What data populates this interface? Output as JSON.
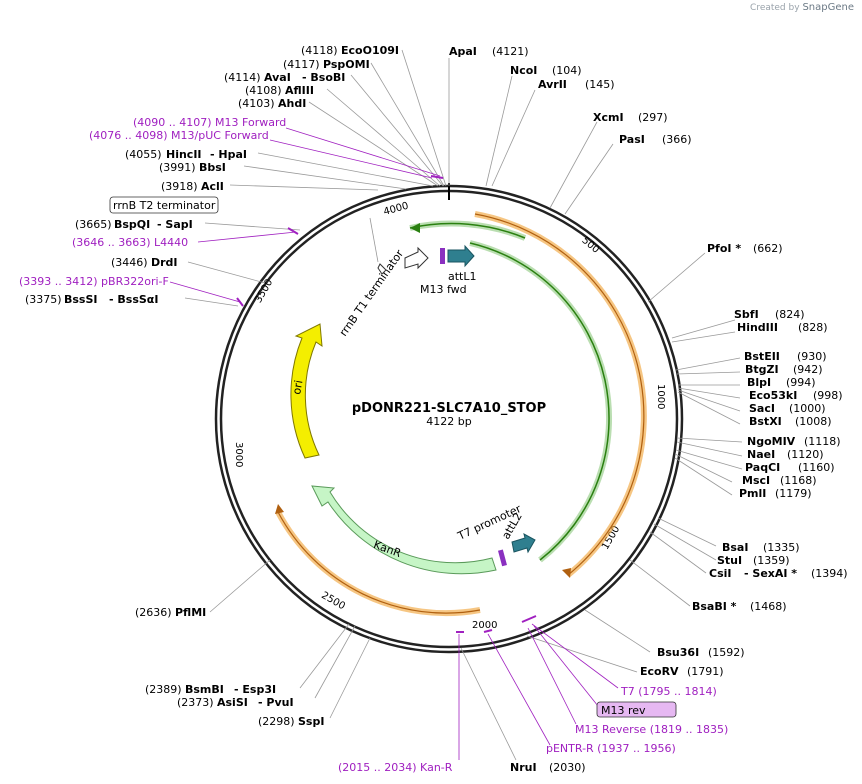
{
  "credit": {
    "prefix": "Created by",
    "brand": "SnapGene"
  },
  "plasmid": {
    "name": "pDONR221-SLC7A10_STOP",
    "length_label": "4122 bp",
    "length_bp": 4122
  },
  "ticks": [
    "500",
    "1000",
    "1500",
    "2000",
    "2500",
    "3000",
    "3500",
    "4000"
  ],
  "enzymes_right": [
    {
      "name": "ApaI",
      "pos": "(4121)"
    },
    {
      "name": "NcoI",
      "pos": "(104)"
    },
    {
      "name": "AvrII",
      "pos": "(145)"
    },
    {
      "name": "XcmI",
      "pos": "(297)"
    },
    {
      "name": "PasI",
      "pos": "(366)"
    },
    {
      "name": "PfoI *",
      "pos": "(662)"
    },
    {
      "name": "SbfI",
      "pos": "(824)"
    },
    {
      "name": "HindIII",
      "pos": "(828)"
    },
    {
      "name": "BstEII",
      "pos": "(930)"
    },
    {
      "name": "BtgZI",
      "pos": "(942)"
    },
    {
      "name": "BlpI",
      "pos": "(994)"
    },
    {
      "name": "Eco53kI",
      "pos": "(998)"
    },
    {
      "name": "SacI",
      "pos": "(1000)"
    },
    {
      "name": "BstXI",
      "pos": "(1008)"
    },
    {
      "name": "NgoMIV",
      "pos": "(1118)"
    },
    {
      "name": "NaeI",
      "pos": "(1120)"
    },
    {
      "name": "PaqCI",
      "pos": "(1160)"
    },
    {
      "name": "MscI",
      "pos": "(1168)"
    },
    {
      "name": "PmlI",
      "pos": "(1179)"
    },
    {
      "name": "BsaI",
      "pos": "(1335)"
    },
    {
      "name": "StuI",
      "pos": "(1359)"
    },
    {
      "name": "CsiI",
      "pos": "(1394)",
      "extra": "- SexAI *"
    },
    {
      "name": "BsaBI *",
      "pos": "(1468)"
    },
    {
      "name": "Bsu36I",
      "pos": "(1592)"
    },
    {
      "name": "EcoRV",
      "pos": "(1791)"
    }
  ],
  "enzymes_left": [
    {
      "name": "EcoO109I",
      "pos": "(4118)"
    },
    {
      "name": "PspOMI",
      "pos": "(4117)"
    },
    {
      "name": "AvaI",
      "pos": "(4114)",
      "extra": "- BsoBI"
    },
    {
      "name": "AflIII",
      "pos": "(4108)"
    },
    {
      "name": "AhdI",
      "pos": "(4103)"
    },
    {
      "name": "HincII",
      "pos": "(4055)",
      "extra": "- HpaI"
    },
    {
      "name": "BbsI",
      "pos": "(3991)"
    },
    {
      "name": "AclI",
      "pos": "(3918)"
    },
    {
      "name": "BspQI",
      "pos": "(3665)",
      "extra": "- SapI"
    },
    {
      "name": "DrdI",
      "pos": "(3446)"
    },
    {
      "name": "BssSI",
      "pos": "(3375)",
      "extra": "- BssSαI"
    },
    {
      "name": "PflMI",
      "pos": "(2636)"
    },
    {
      "name": "BsmBI",
      "pos": "(2389)",
      "extra": "- Esp3I"
    },
    {
      "name": "AsiSI",
      "pos": "(2373)",
      "extra": "- PvuI"
    },
    {
      "name": "SspI",
      "pos": "(2298)"
    },
    {
      "name": "NruI",
      "pos": "(2030)"
    }
  ],
  "primers": [
    {
      "label": "(4090 .. 4107)  M13 Forward"
    },
    {
      "label": "(4076 .. 4098)  M13/pUC Forward"
    },
    {
      "label": "(3646 .. 3663)  L4440"
    },
    {
      "label": "(3393 .. 3412)  pBR322ori-F"
    },
    {
      "label": "T7   (1795 .. 1814)"
    },
    {
      "label": "M13 rev"
    },
    {
      "label": "M13 Reverse   (1819 .. 1835)"
    },
    {
      "label": "pENTR-R   (1937 .. 1956)"
    },
    {
      "label": "(2015 .. 2034)  Kan-R"
    }
  ],
  "features": {
    "rrnb_t2": "rrnB T2 terminator",
    "rrnb_t1": "rrnB T1 terminator",
    "attl1": "attL1",
    "m13fwd": "M13 fwd",
    "ori": "ori",
    "kanr": "KanR",
    "t7promoter": "T7 promoter",
    "attl2": "attL2"
  },
  "colors": {
    "orange": "#f0a030",
    "green": "#3aa020",
    "yellow": "#f4ee00",
    "kanr": "#c6f5c6",
    "teal": "#2f7f8f",
    "purple": "#8a30c0",
    "primer": "#a020c0"
  }
}
